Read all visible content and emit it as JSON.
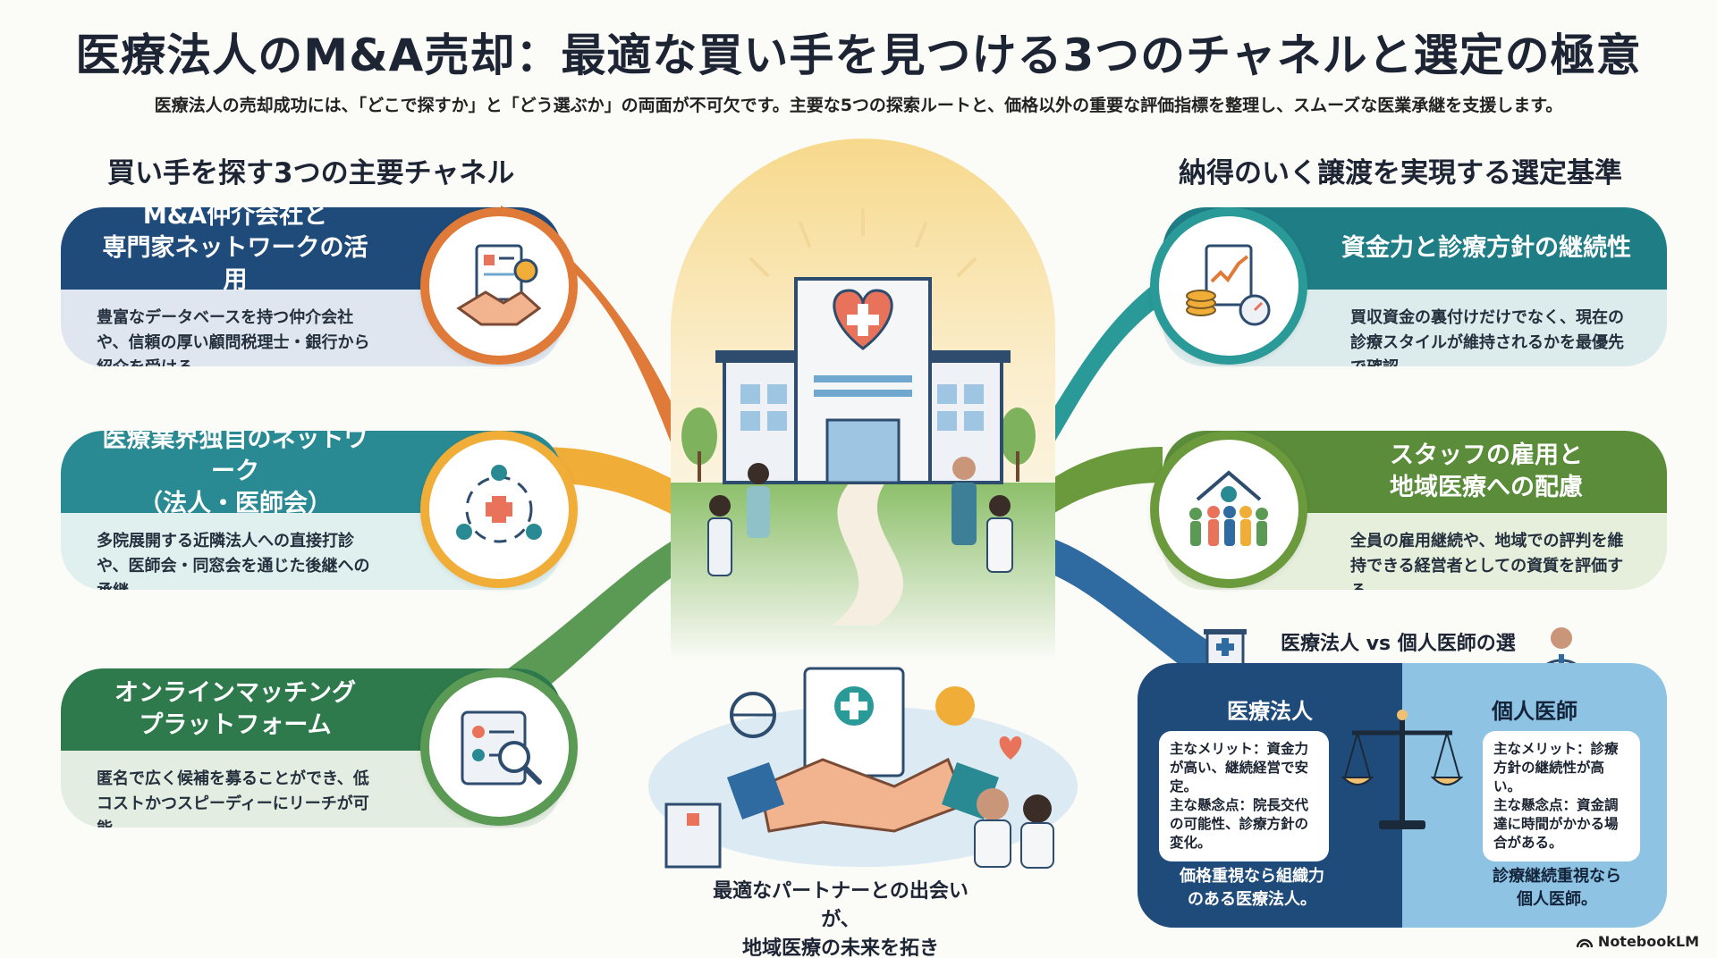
{
  "title": "医療法人のM&A売却：最適な買い手を見つける3つのチャネルと選定の極意",
  "subtitle": "医療法人の売却成功には、「どこで探すか」と「どう選ぶか」の両面が不可欠です。主要な5つの探索ルートと、価格以外の重要な評価指標を整理し、スムーズな医業承継を支援します。",
  "left_heading": "買い手を探す3つの主要チャネル",
  "right_heading": "納得のいく譲渡を実現する選定基準",
  "channels": [
    {
      "title_lines": [
        "M&A仲介会社と",
        "専門家ネットワークの活用"
      ],
      "body": "豊富なデータベースを持つ仲介会社や、信頼の厚い顧問税理士・銀行から紹介を受ける。",
      "icon": "handshake-gear-icon",
      "head_color": "#1f4b7a",
      "body_color": "#dfe6ef",
      "accent": "#e07a38"
    },
    {
      "title_lines": [
        "医療業界独自のネットワーク",
        "（法人・医師会）"
      ],
      "body": "多院展開する近隣法人への直接打診や、医師会・同窓会を通じた後継への承継。",
      "icon": "doctor-network-icon",
      "head_color": "#2a8a93",
      "body_color": "#dff0ef",
      "accent": "#f0ad38"
    },
    {
      "title_lines": [
        "オンラインマッチング",
        "プラットフォーム"
      ],
      "body": "匿名で広く候補を募ることができ、低コストかつスピーディーにリーチが可能。",
      "icon": "online-search-icon",
      "head_color": "#2e7a4c",
      "body_color": "#e3ede1",
      "accent": "#5a9a54"
    }
  ],
  "criteria": [
    {
      "title_lines": [
        "資金力と診療方針の継続性"
      ],
      "body": "買収資金の裏付けだけでなく、現在の診療スタイルが維持されるかを最優先で確認。",
      "icon": "finance-chart-icon",
      "head_color": "#1f7d86",
      "body_color": "#dcecec",
      "accent": "#2a9a99"
    },
    {
      "title_lines": [
        "スタッフの雇用と",
        "地域医療への配慮"
      ],
      "body": "全員の雇用継続や、地域での評判を維持できる経営者としての資質を評価する。",
      "icon": "staff-community-icon",
      "head_color": "#5a8c3a",
      "body_color": "#e6eedc",
      "accent": "#6a9a3c"
    }
  ],
  "comparison": {
    "title": "医療法人 vs 個人医師の選",
    "left": {
      "label": "医療法人",
      "merit": "主なメリット：資金力が高い、継続経営で安定。",
      "concern": "主な懸念点：院長交代の可能性、診療方針の変化。",
      "foot_lines": [
        "価格重視なら組織力",
        "のある医療法人。"
      ]
    },
    "right": {
      "label": "個人医師",
      "merit": "主なメリット：診療方針の継続性が高い。",
      "concern": "主な懸念点：資金調達に時間がかかる場合がある。",
      "foot_lines": [
        "診療継続重視なら",
        "個人医師。"
      ]
    }
  },
  "center_message_lines": [
    "最適なパートナーとの出会いが、",
    "地域医療の未来を拓き"
  ],
  "watermark": "NotebookLM",
  "colors": {
    "navy": "#1f4b7a",
    "teal": "#2a8a93",
    "green": "#2e7a4c",
    "orange": "#e07a38",
    "heart": "#e8735a",
    "sky": "#8ec3e4"
  }
}
